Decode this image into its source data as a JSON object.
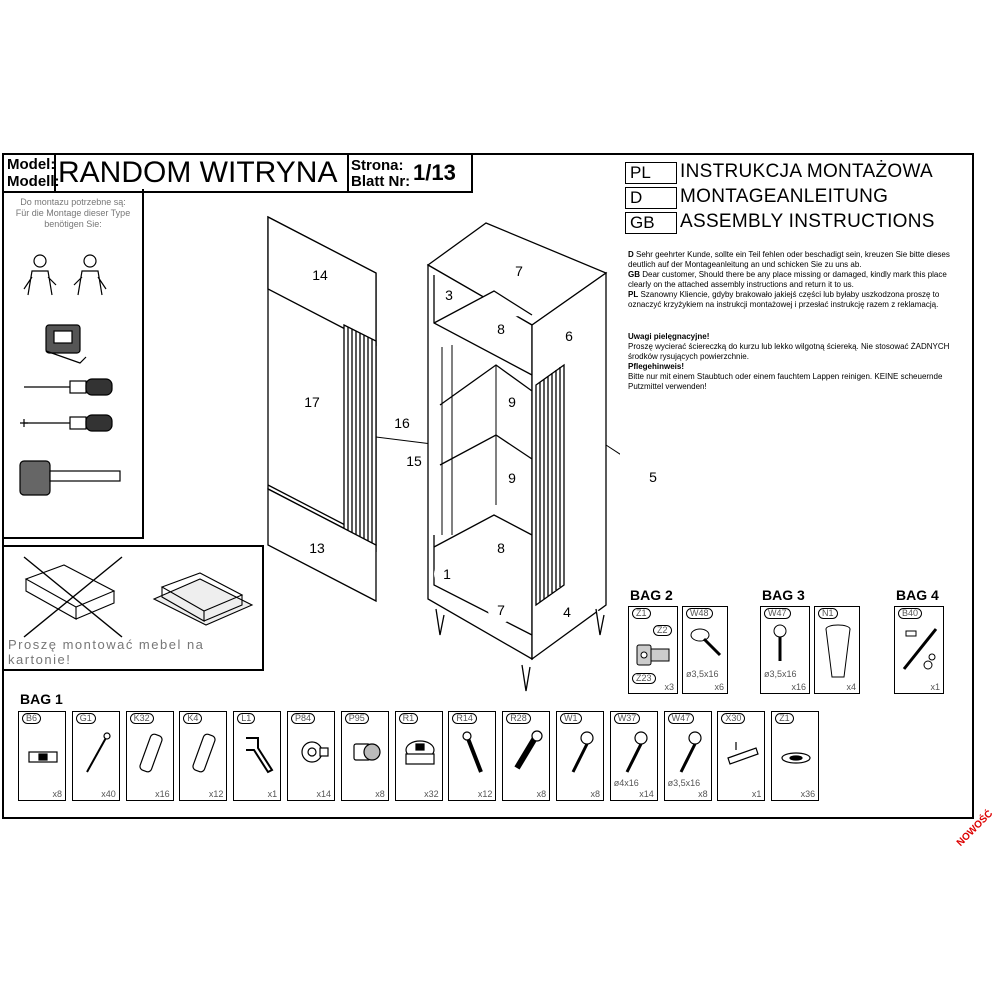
{
  "header": {
    "model_label_pl": "Model:",
    "model_label_de": "Modell:",
    "title": "RANDOM WITRYNA",
    "page_label_pl": "Strona:",
    "page_label_de": "Blatt Nr:",
    "page_number": "1/13"
  },
  "languages": [
    {
      "code": "PL",
      "text": "INSTRUKCJA MONTAŻOWA"
    },
    {
      "code": "D",
      "text": "MONTAGEANLEITUNG"
    },
    {
      "code": "GB",
      "text": "ASSEMBLY INSTRUCTIONS"
    }
  ],
  "notice": {
    "d_prefix": "D",
    "d_text": "Sehr geehrter Kunde, sollte ein Teil fehlen oder beschadigt sein, kreuzen Sie bitte dieses deutlich auf der Montageanleitung an und schicken Sie zu uns ab.",
    "gb_prefix": "GB",
    "gb_text": "Dear customer, Should there be any place missing or damaged, kindly mark this place clearly on the attached assembly instructions and return it to us.",
    "pl_prefix": "PL",
    "pl_text": "Szanowny Kliencie, gdyby brakowało jakiejś części lub byłaby uszkodzona proszę to oznaczyć krzyżykiem na instrukcji montażowej i przesłać instrukcję razem z reklamacją.",
    "care_pl_title": "Uwagi pielęgnacyjne!",
    "care_pl_text": "Proszę wycierać ściereczką do kurzu lub lekko wilgotną ściereką. Nie stosować ŻADNYCH środków rysujących powierzchnie.",
    "care_de_title": "Pflegehinweis!",
    "care_de_text": "Bitte nur mit einem Staubtuch oder einem fauchtem Lappen reinigen. KEINE scheuernde Putzmittel verwenden!"
  },
  "tools": {
    "text_pl": "Do montazu potrzebne są:",
    "text_de": "Für die Montage dieser Type benötigen Sie:"
  },
  "karton_text": "Proszę montować mebel na kartonie!",
  "panel_numbers": [
    "14",
    "17",
    "15",
    "13",
    "7",
    "3",
    "8",
    "6",
    "16",
    "9",
    "9",
    "5",
    "8",
    "1",
    "7",
    "4"
  ],
  "bags": {
    "bag1": {
      "label": "BAG 1",
      "parts": [
        {
          "code": "B6",
          "qty": "x8",
          "icon": "plate-icon"
        },
        {
          "code": "G1",
          "qty": "x40",
          "icon": "nail-icon"
        },
        {
          "code": "K32",
          "qty": "x16",
          "icon": "dowel-icon"
        },
        {
          "code": "K4",
          "qty": "x12",
          "icon": "dowel-icon"
        },
        {
          "code": "L1",
          "qty": "x1",
          "icon": "allen-key-icon"
        },
        {
          "code": "P84",
          "qty": "x14",
          "icon": "shelf-support-icon"
        },
        {
          "code": "P95",
          "qty": "x8",
          "icon": "shelf-pin-icon"
        },
        {
          "code": "R1",
          "qty": "x32",
          "icon": "cam-lock-icon"
        },
        {
          "code": "R14",
          "qty": "x12",
          "icon": "cam-bolt-icon"
        },
        {
          "code": "R28",
          "qty": "x8",
          "icon": "connector-bolt-icon"
        },
        {
          "code": "W1",
          "qty": "x8",
          "icon": "screw-icon"
        },
        {
          "code": "W37",
          "qty": "x14",
          "size": "ø4x16",
          "icon": "screw-icon"
        },
        {
          "code": "W47",
          "qty": "x8",
          "size": "ø3,5x16",
          "icon": "screw-icon"
        },
        {
          "code": "X30",
          "qty": "x1",
          "icon": "bracket-icon"
        },
        {
          "code": "Z1",
          "qty": "x36",
          "icon": "cap-icon"
        }
      ]
    },
    "bag2": {
      "label": "BAG 2",
      "parts": [
        {
          "code": "Z1",
          "code2": "Z2",
          "code3": "Z23",
          "qty": "x3",
          "icon": "hinge-icon"
        },
        {
          "code": "W48",
          "qty": "x6",
          "size": "ø3,5x16",
          "icon": "screw-icon"
        }
      ]
    },
    "bag3": {
      "label": "BAG 3",
      "parts": [
        {
          "code": "W47",
          "qty": "x16",
          "size": "ø3,5x16",
          "icon": "screw-icon"
        },
        {
          "code": "N1",
          "qty": "x4",
          "icon": "leg-icon"
        }
      ]
    },
    "bag4": {
      "label": "BAG 4",
      "parts": [
        {
          "code": "B40",
          "qty": "x1",
          "icon": "wall-anchor-icon"
        }
      ]
    }
  },
  "badge": "NOWOŚĆ"
}
